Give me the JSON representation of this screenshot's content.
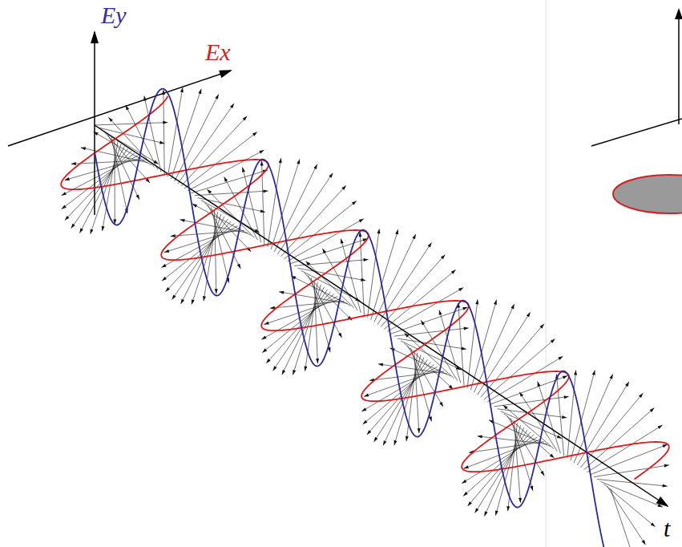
{
  "diagram": {
    "labels": [
      "Ey",
      "Ex",
      "t"
    ]
  }
}
